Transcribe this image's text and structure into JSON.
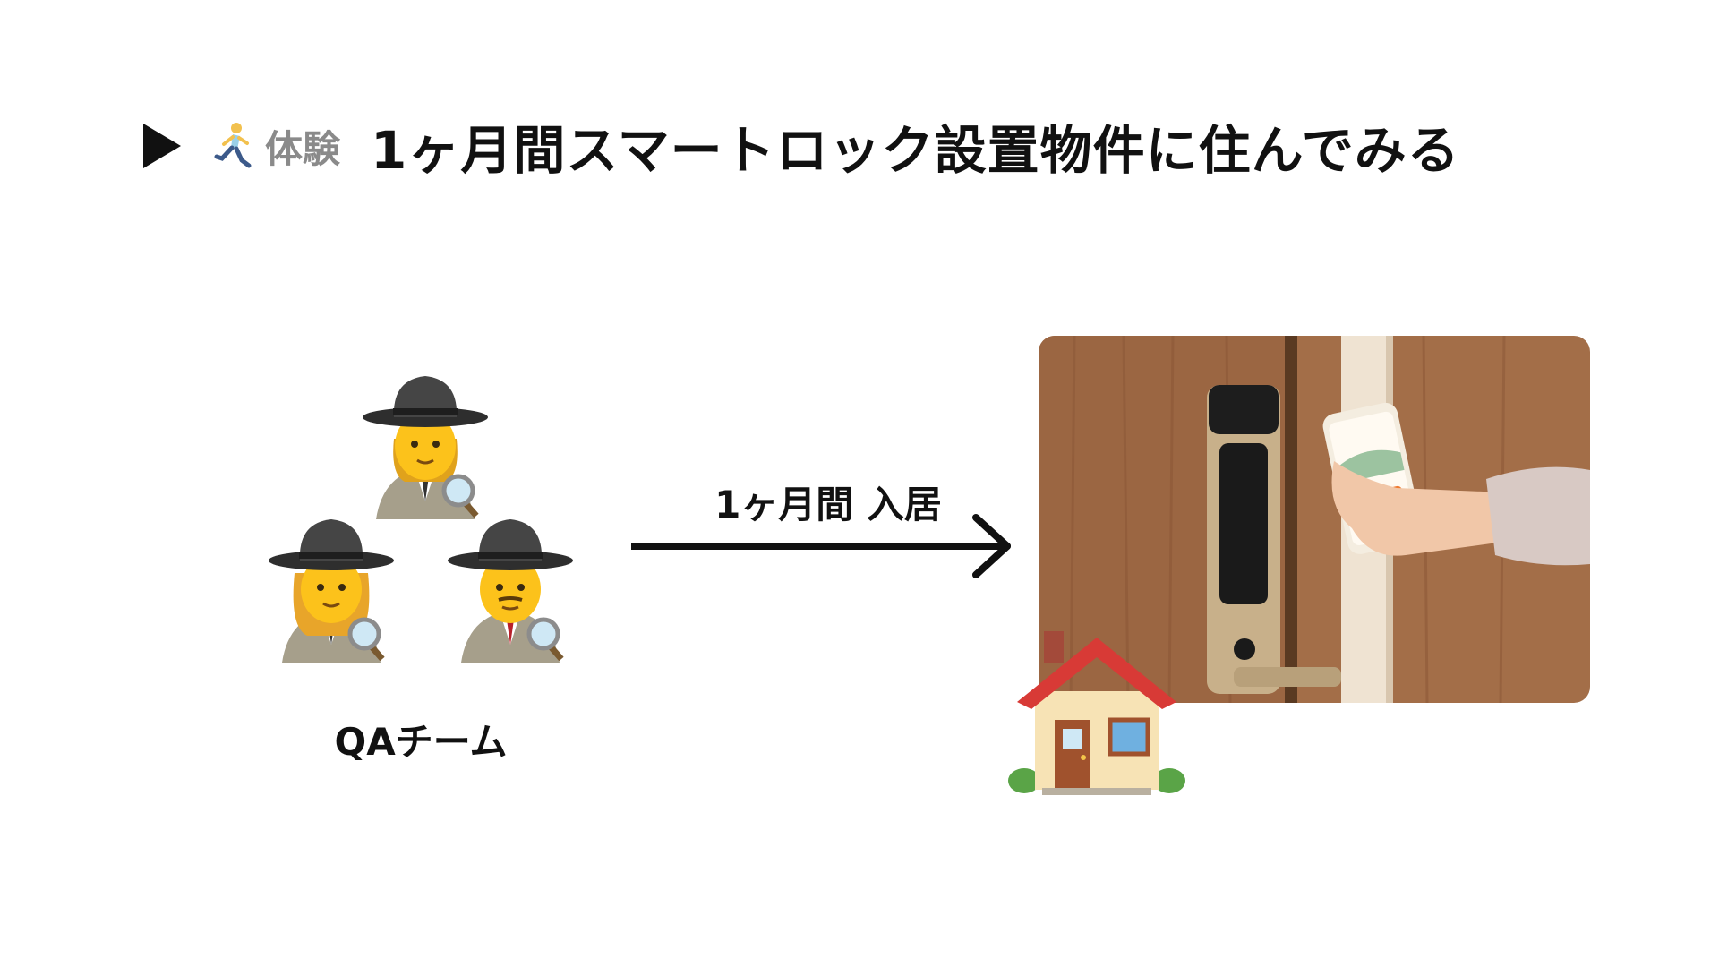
{
  "header": {
    "category": "体験",
    "title": "1ヶ月間スマートロック設置物件に住んでみる"
  },
  "team": {
    "label": "QAチーム"
  },
  "arrow": {
    "label": "1ヶ月間 入居"
  },
  "icons": {
    "header_marker": "play-triangle-icon",
    "runner": "running-person-icon",
    "team": [
      "detective-icon",
      "detective-icon",
      "detective-icon"
    ],
    "house": "house-icon",
    "photo": "smart-lock-photo"
  },
  "colors": {
    "text": "#111111",
    "category_text": "#8a8a8a",
    "wood": "#9a6a45",
    "lock_gold": "#c8b08a",
    "app_orange": "#f07a30"
  }
}
